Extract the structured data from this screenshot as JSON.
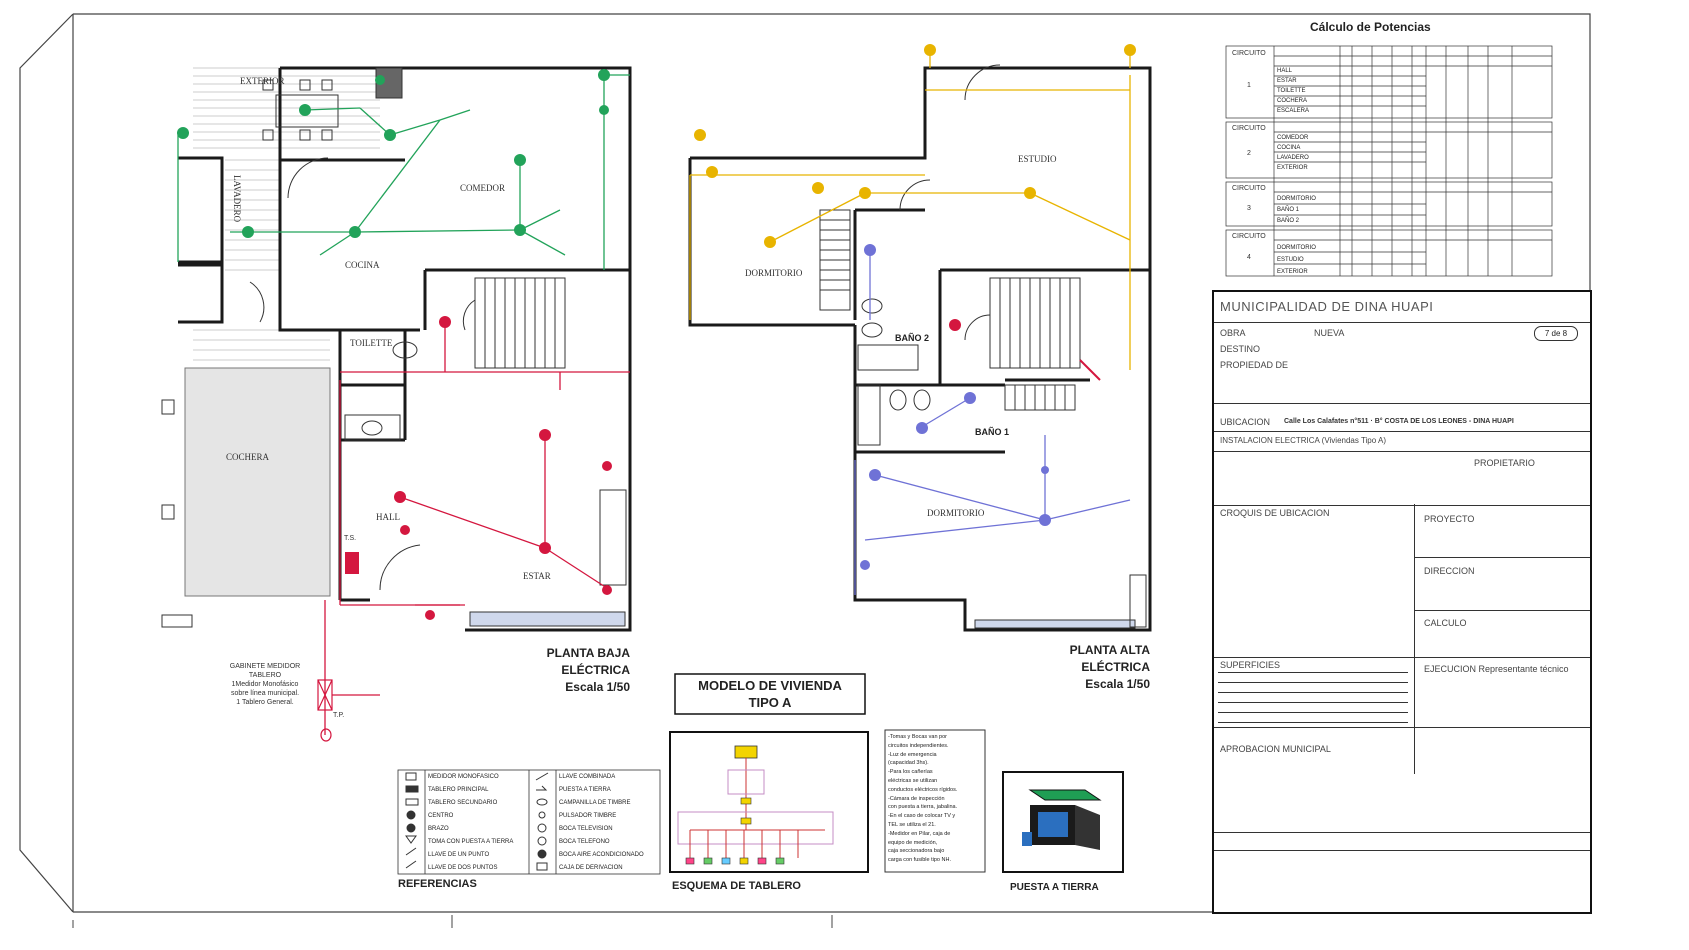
{
  "colors": {
    "ground_floor_green": "#22a35a",
    "ground_floor_red": "#d4173f",
    "upper_floor_yellow": "#e8b400",
    "upper_floor_blue": "#6f72d6",
    "wall": "#1a1a1a"
  },
  "ground_floor": {
    "title_lines": [
      "PLANTA BAJA",
      "ELÉCTRICA",
      "Escala 1/50"
    ],
    "rooms": {
      "exterior": "EXTERIOR",
      "lavadero": "LAVADERO",
      "comedor": "COMEDOR",
      "cocina": "COCINA",
      "toilette": "TOILETTE",
      "cochera": "COCHERA",
      "hall": "HALL",
      "estar": "ESTAR"
    },
    "meter_note": [
      "GABINETE MEDIDOR",
      "TABLERO",
      "1Medidor Monofásico",
      "sobre línea municipal.",
      "1 Tablero General."
    ],
    "tp_label": "T.P.",
    "ts_label": "T.S."
  },
  "upper_floor": {
    "title_lines": [
      "PLANTA ALTA",
      "ELÉCTRICA",
      "Escala 1/50"
    ],
    "rooms": {
      "estudio": "ESTUDIO",
      "dormitorio_1": "DORMITORIO",
      "dormitorio_2": "DORMITORIO",
      "bano_2": "BAÑO 2",
      "bano_1": "BAÑO 1"
    }
  },
  "model_title": [
    "MODELO DE VIVIENDA",
    "TIPO A"
  ],
  "references": {
    "title": "REFERENCIAS",
    "left": [
      "MEDIDOR MONOFASICO",
      "TABLERO PRINCIPAL",
      "TABLERO SECUNDARIO",
      "CENTRO",
      "BRAZO",
      "TOMA CON PUESTA A TIERRA",
      "LLAVE DE UN PUNTO",
      "LLAVE DE DOS PUNTOS"
    ],
    "right": [
      "LLAVE COMBINADA",
      "PUESTA A TIERRA",
      "CAMPANILLA DE TIMBRE",
      "PULSADOR TIMBRE",
      "BOCA TELEVISION",
      "BOCA TELEFONO",
      "BOCA AIRE ACONDICIONADO",
      "CAJA DE DERIVACION"
    ]
  },
  "board_scheme": {
    "title": "ESQUEMA DE TABLERO"
  },
  "notes": [
    "-Tomas y Bocas van por",
    "circuitos independientes.",
    "-Luz de emergencia",
    "(capacidad 3hs).",
    "-Para los cañerías",
    "eléctricas se utilizan",
    "conductos eléctricos rígidos.",
    "-Cámara de inspección",
    "con puesta a tierra, jabalina.",
    "-En el caso de colocar TV y",
    "TEL se utiliza el 21.",
    "-Medidor en Pilar, caja de",
    "equipo de medición,",
    "caja seccionadora bajo",
    "carga con fusible tipo NH."
  ],
  "ground_rod": {
    "title": "PUESTA A TIERRA"
  },
  "power_calc": {
    "title": "Cálculo de Potencias",
    "circuits": [
      {
        "label": "CIRCUITO",
        "num": "1",
        "items": [
          "HALL",
          "ESTAR",
          "TOILETTE",
          "COCHERA",
          "ESCALERA"
        ]
      },
      {
        "label": "CIRCUITO",
        "num": "2",
        "items": [
          "COMEDOR",
          "COCINA",
          "LAVADERO",
          "EXTERIOR"
        ]
      },
      {
        "label": "CIRCUITO",
        "num": "3",
        "items": [
          "DORMITORIO",
          "BAÑO 1",
          "BAÑO 2"
        ]
      },
      {
        "label": "CIRCUITO",
        "num": "4",
        "items": [
          "DORMITORIO",
          "ESTUDIO",
          "EXTERIOR"
        ]
      }
    ]
  },
  "title_block": {
    "authority": "MUNICIPALIDAD DE DINA HUAPI",
    "obra_label": "OBRA",
    "obra_value": "NUEVA",
    "sheet": "7 de 8",
    "destino_label": "DESTINO",
    "propiedad_label": "PROPIEDAD DE",
    "ubicacion_label": "UBICACION",
    "ubicacion_value": "Calle Los Calafates n°511 · B° COSTA DE LOS LEONES - DINA HUAPI",
    "plano_value": "INSTALACION ELECTRICA (Viviendas Tipo A)",
    "propietario_label": "PROPIETARIO",
    "croquis_label": "CROQUIS DE UBICACION",
    "proyecto_label": "PROYECTO",
    "direccion_label": "DIRECCION",
    "calculo_label": "CALCULO",
    "superficies_label": "SUPERFICIES",
    "ejecucion_label": "EJECUCION Representante técnico",
    "aprobacion_label": "APROBACION MUNICIPAL"
  }
}
